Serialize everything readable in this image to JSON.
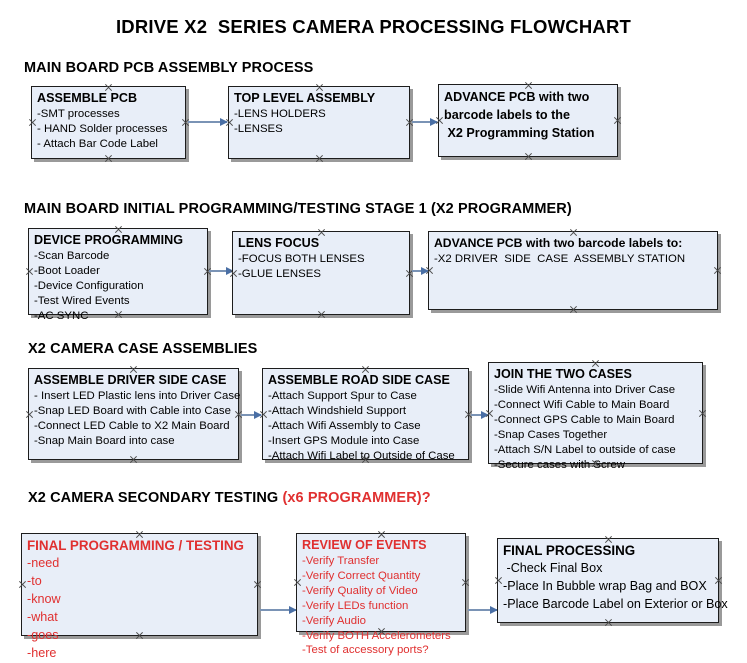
{
  "document": {
    "title": "IDRIVE X2  SERIES CAMERA PROCESSING FLOWCHART",
    "accent_red": "#e03030",
    "box_fill": "#e8eef8",
    "box_border": "#1d1d1d",
    "arrow_color": "#4a6fa5"
  },
  "sections": [
    {
      "id": "main-board-pcb-assembly",
      "heading": "MAIN BOARD PCB ASSEMBLY PROCESS",
      "heading_accent": "",
      "nodes": [
        {
          "id": "assemble-pcb",
          "title": "ASSEMBLE PCB",
          "lines": [
            "-SMT processes",
            "- HAND Solder processes",
            "- Attach Bar Code Label"
          ]
        },
        {
          "id": "top-level-assembly",
          "title": "TOP LEVEL ASSEMBLY",
          "lines": [
            "-LENS HOLDERS",
            "-LENSES"
          ]
        },
        {
          "id": "advance-pcb-x2-programming-station",
          "title": "",
          "bold_lines": [
            "ADVANCE PCB with two",
            "barcode labels to the",
            " X2 Programming Station"
          ],
          "lines": []
        }
      ]
    },
    {
      "id": "main-board-initial-programming",
      "heading": "MAIN BOARD INITIAL PROGRAMMING/TESTING STAGE 1 (X2 PROGRAMMER)",
      "heading_accent": "",
      "nodes": [
        {
          "id": "device-programming",
          "title": "DEVICE PROGRAMMING",
          "lines": [
            "-Scan Barcode",
            "-Boot Loader",
            "-Device Configuration",
            "-Test Wired Events",
            "-AC SYNC"
          ]
        },
        {
          "id": "lens-focus",
          "title": "LENS FOCUS",
          "lines": [
            "-FOCUS BOTH LENSES",
            "-GLUE LENSES"
          ]
        },
        {
          "id": "advance-pcb-driver-side-case",
          "title": "ADVANCE PCB with two barcode labels to:",
          "lines": [
            "-X2 DRIVER  SIDE  CASE  ASSEMBLY STATION"
          ]
        }
      ]
    },
    {
      "id": "x2-camera-case-assemblies",
      "heading": "X2 CAMERA CASE ASSEMBLIES",
      "heading_accent": "",
      "nodes": [
        {
          "id": "assemble-driver-side-case",
          "title": "ASSEMBLE DRIVER SIDE CASE",
          "lines": [
            "- Insert LED Plastic lens into Driver Case",
            "-Snap LED Board with Cable into Case",
            "-Connect LED Cable to X2 Main Board",
            "-Snap Main Board into case"
          ]
        },
        {
          "id": "assemble-road-side-case",
          "title": "ASSEMBLE ROAD SIDE CASE",
          "lines": [
            "-Attach Support Spur to Case",
            "-Attach Windshield Support",
            "-Attach Wifi Assembly to Case",
            "-Insert GPS Module into Case",
            "-Attach Wifi Label to Outside of Case"
          ]
        },
        {
          "id": "join-the-two-cases",
          "title": "JOIN THE TWO CASES",
          "lines": [
            "-Slide Wifi Antenna into Driver Case",
            "-Connect Wifi Cable to Main Board",
            "-Connect GPS Cable to Main Board",
            "-Snap Cases Together",
            "-Attach S/N Label to outside of case",
            "-Secure cases with Screw"
          ]
        }
      ]
    },
    {
      "id": "x2-camera-secondary-testing",
      "heading": "X2 CAMERA SECONDARY TESTING ",
      "heading_accent": "(x6 PROGRAMMER)?",
      "nodes": [
        {
          "id": "final-programming-testing",
          "title": "FINAL PROGRAMMING / TESTING",
          "lines": [
            "-need",
            "-to",
            "-know",
            "-what",
            "-goes",
            "-here"
          ]
        },
        {
          "id": "review-of-events",
          "title": "REVIEW OF EVENTS",
          "lines": [
            "-Verify Transfer",
            "-Verify Correct Quantity",
            "-Verify Quality of Video",
            "-Verify LEDs function",
            "-Verify Audio",
            "-Verify BOTH Accelerometers",
            "-Test of accessory ports?"
          ]
        },
        {
          "id": "final-processing",
          "title": "FINAL PROCESSING",
          "lines": [
            " -Check Final Box",
            "-Place In Bubble wrap Bag and BOX",
            "-Place Barcode Label on Exterior or Box"
          ]
        }
      ]
    }
  ]
}
